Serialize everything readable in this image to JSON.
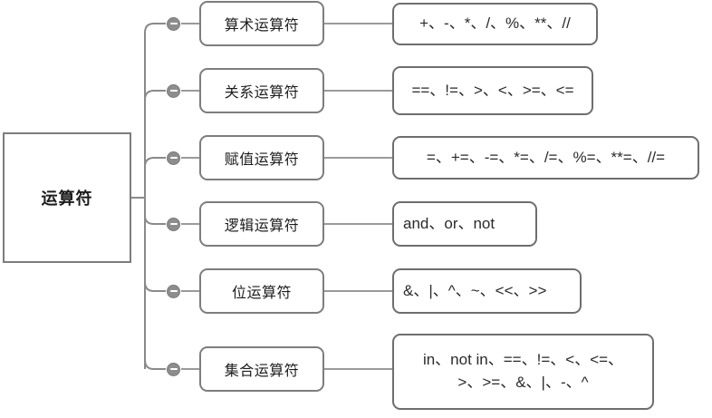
{
  "diagram": {
    "title_node": "运算符",
    "toggle_icon_name": "collapse-minus-icon",
    "colors": {
      "node_border": "#7d7d7d",
      "content_border": "#6e6e6e",
      "connector": "#8a8a8a",
      "toggle_fill": "#8d8d8d",
      "text": "#1c1c1c",
      "background": "#ffffff"
    },
    "branches": [
      {
        "label": "算术运算符",
        "content": "+、-、*、/、%、**、//",
        "content_lines": [
          "+、-、*、/、%、**、//"
        ],
        "align": "center"
      },
      {
        "label": "关系运算符",
        "content": "==、!=、>、<、>=、<=",
        "content_lines": [
          "==、!=、>、<、>=、<="
        ],
        "align": "center"
      },
      {
        "label": "赋值运算符",
        "content": "=、+=、-=、*=、/=、%=、**=、//=",
        "content_lines": [
          "=、+=、-=、*=、/=、%=、**=、//="
        ],
        "align": "center"
      },
      {
        "label": "逻辑运算符",
        "content": "and、or、not",
        "content_lines": [
          "and、or、not"
        ],
        "align": "left"
      },
      {
        "label": "位运算符",
        "content": "&、|、^、~、<<、>>",
        "content_lines": [
          "&、|、^、~、<<、>>"
        ],
        "align": "left"
      },
      {
        "label": "集合运算符",
        "content": "in、not in、==、!=、<、<=、 >、>=、&、|、-、^",
        "content_lines": [
          "in、not in、==、!=、<、<=、",
          ">、>=、&、|、-、^"
        ],
        "align": "center"
      }
    ]
  }
}
